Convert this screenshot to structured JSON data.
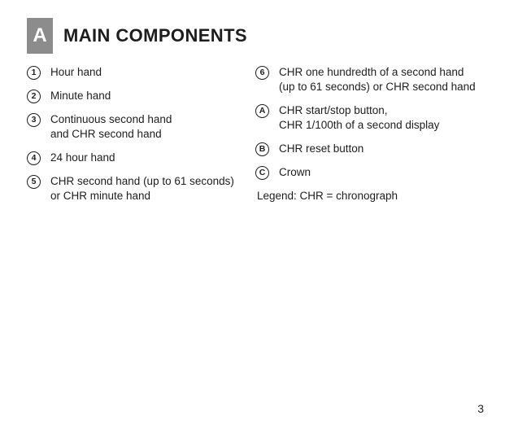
{
  "header": {
    "section_label": "A",
    "title": "MAIN COMPONENTS"
  },
  "columns": {
    "left": [
      {
        "marker": "1",
        "lines": [
          "Hour hand"
        ]
      },
      {
        "marker": "2",
        "lines": [
          "Minute hand"
        ]
      },
      {
        "marker": "3",
        "lines": [
          "Continuous second hand",
          "and CHR second hand"
        ]
      },
      {
        "marker": "4",
        "lines": [
          "24 hour hand"
        ]
      },
      {
        "marker": "5",
        "lines": [
          "CHR second hand (up to 61 seconds)",
          "or CHR minute hand"
        ]
      }
    ],
    "right": [
      {
        "marker": "6",
        "lines": [
          "CHR one hundredth of a second hand",
          "(up to 61 seconds) or CHR second hand"
        ]
      },
      {
        "marker": "A",
        "lines": [
          "CHR start/stop button,",
          "CHR 1/100th of a second display"
        ]
      },
      {
        "marker": "B",
        "lines": [
          "CHR reset button"
        ]
      },
      {
        "marker": "C",
        "lines": [
          "Crown"
        ]
      }
    ]
  },
  "legend": "Legend: CHR = chronograph",
  "page_number": "3",
  "colors": {
    "section_box": "#8c8c8c",
    "text": "#1d1d1d",
    "page_background": "#ffffff"
  }
}
